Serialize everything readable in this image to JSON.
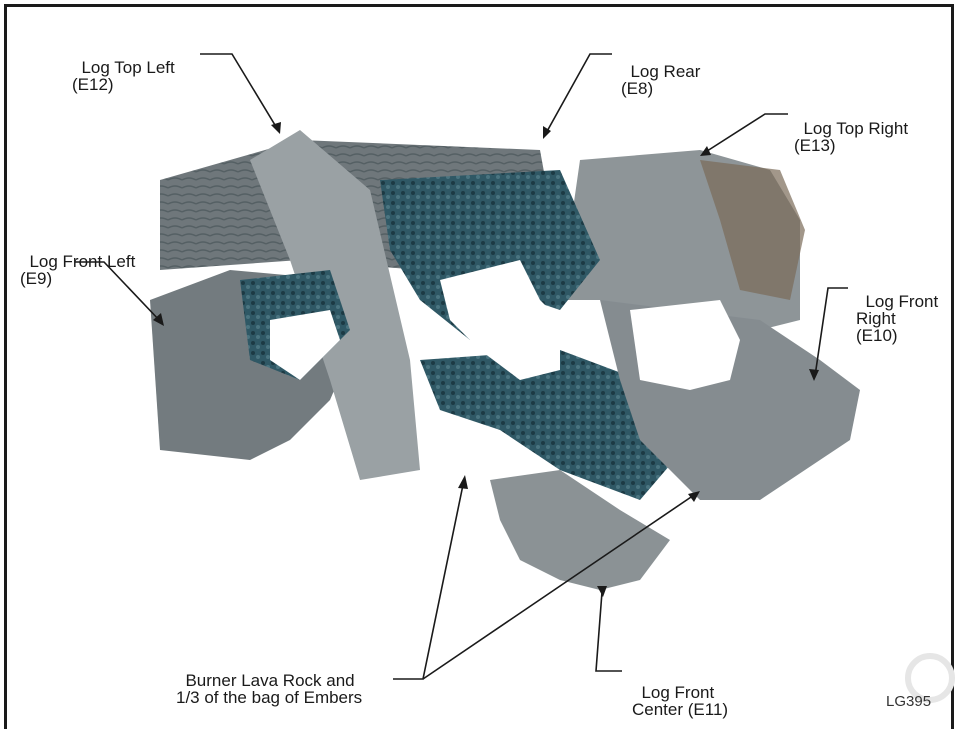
{
  "figure_code": "LG395",
  "labels": {
    "log_top_left": {
      "name": "Log Top Left",
      "part": "(E12)"
    },
    "log_rear": {
      "name": "Log Rear",
      "part": "(E8)"
    },
    "log_top_right": {
      "name": "Log Top Right",
      "part": "(E13)"
    },
    "log_front_left": {
      "name": "Log Front Left",
      "part": "(E9)"
    },
    "log_front_right": {
      "line1": "Log Front",
      "line2": "Right",
      "part": "(E10)"
    },
    "log_front_center": {
      "line1": "Log Front",
      "line2": "Center (E11)"
    },
    "lava_rock": {
      "line1": "Burner Lava Rock and",
      "line2": "1/3 of the bag of Embers"
    }
  },
  "colors": {
    "frame": "#1a1a1a",
    "log_gray": "#8a9094",
    "log_dark": "#3e5560",
    "ember_teal": "#2d5a66",
    "background": "#ffffff"
  }
}
